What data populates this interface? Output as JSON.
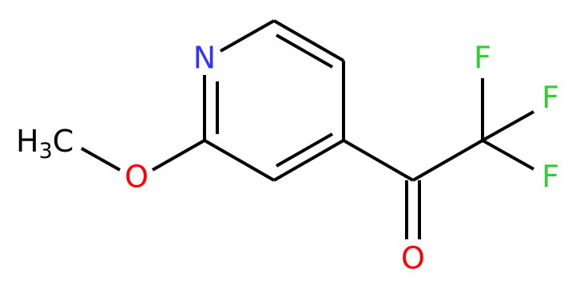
{
  "molecule": {
    "atoms": {
      "n": {
        "label": "N",
        "color": "#3333ff"
      },
      "o_ether": {
        "label": "O",
        "color": "#ff0000"
      },
      "o_carbonyl": {
        "label": "O",
        "color": "#ff0000"
      },
      "f1": {
        "label": "F",
        "color": "#33cc33"
      },
      "f2": {
        "label": "F",
        "color": "#33cc33"
      },
      "f3": {
        "label": "F",
        "color": "#33cc33"
      },
      "methyl": {
        "main": "H",
        "subscript": "3",
        "tail": "C",
        "color": "#000000"
      }
    },
    "bond_color": "#000000"
  }
}
